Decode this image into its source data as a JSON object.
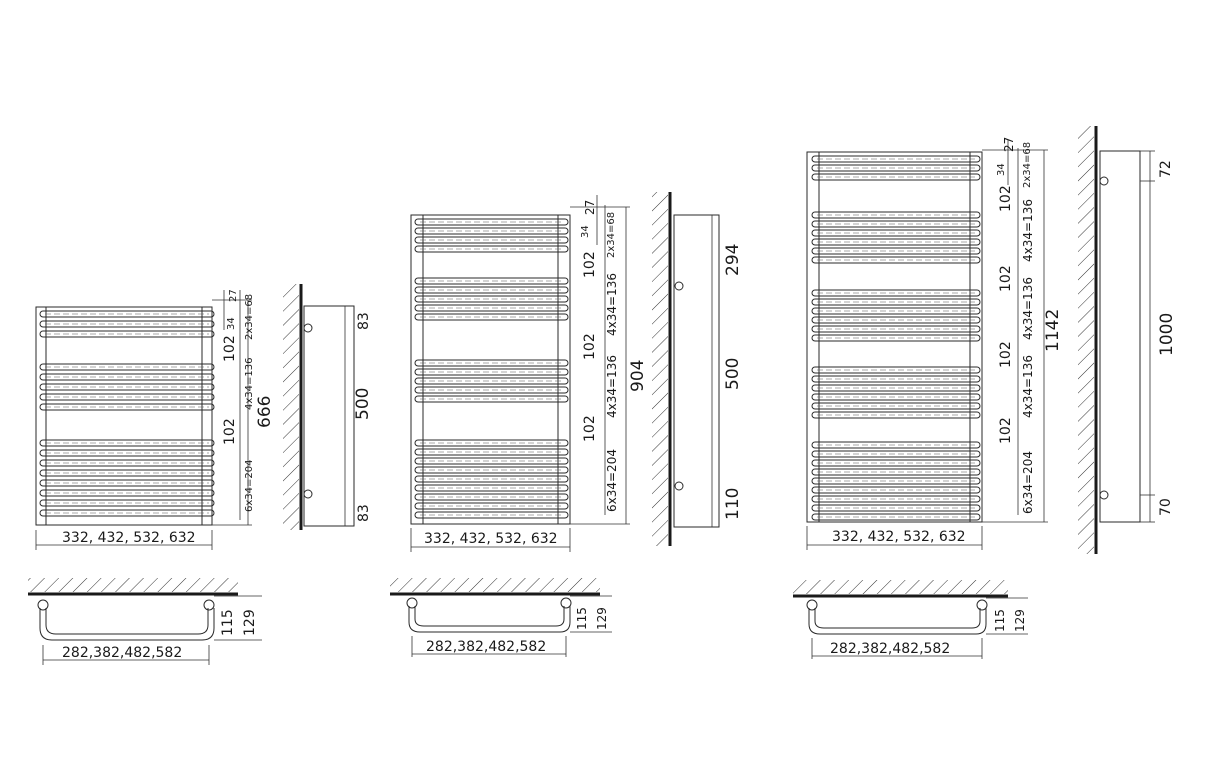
{
  "colors": {
    "line": "#2a2a2a",
    "background": "#ffffff"
  },
  "small_unit": {
    "width_label": "332, 432, 532, 632",
    "height_label": "666",
    "pitch_top": "27",
    "pitch_34": "34",
    "group_top": "2x34=68",
    "gap_1": "102",
    "group_mid": "4x34=136",
    "gap_2": "102",
    "group_bottom": "6x34=204",
    "side_top": "83",
    "side_mid": "500",
    "side_bottom": "83",
    "plan_width": "282,382,482,582",
    "plan_depth_inner": "115",
    "plan_depth_outer": "129"
  },
  "medium_unit": {
    "width_label": "332, 432, 532, 632",
    "height_label": "904",
    "pitch_top": "27",
    "pitch_34": "34",
    "group_top": "2x34=68",
    "gap_1": "102",
    "group_2": "4x34=136",
    "gap_2": "102",
    "group_3": "4x34=136",
    "gap_3": "102",
    "group_bottom": "6x34=204",
    "side_top": "294",
    "side_mid": "500",
    "side_bottom": "110",
    "plan_width": "282,382,482,582",
    "plan_depth_inner": "115",
    "plan_depth_outer": "129"
  },
  "large_unit": {
    "width_label": "332, 432, 532, 632",
    "height_label": "1142",
    "pitch_top": "27",
    "pitch_34": "34",
    "group_top": "2x34=68",
    "gap_1": "102",
    "group_2": "4x34=136",
    "gap_2": "102",
    "group_3": "4x34=136",
    "gap_3": "102",
    "group_4": "4x34=136",
    "gap_4": "102",
    "group_bottom": "6x34=204",
    "side_top": "72",
    "side_mid": "1000",
    "side_bottom": "70",
    "plan_width": "282,382,482,582",
    "plan_depth_inner": "115",
    "plan_depth_outer": "129"
  }
}
